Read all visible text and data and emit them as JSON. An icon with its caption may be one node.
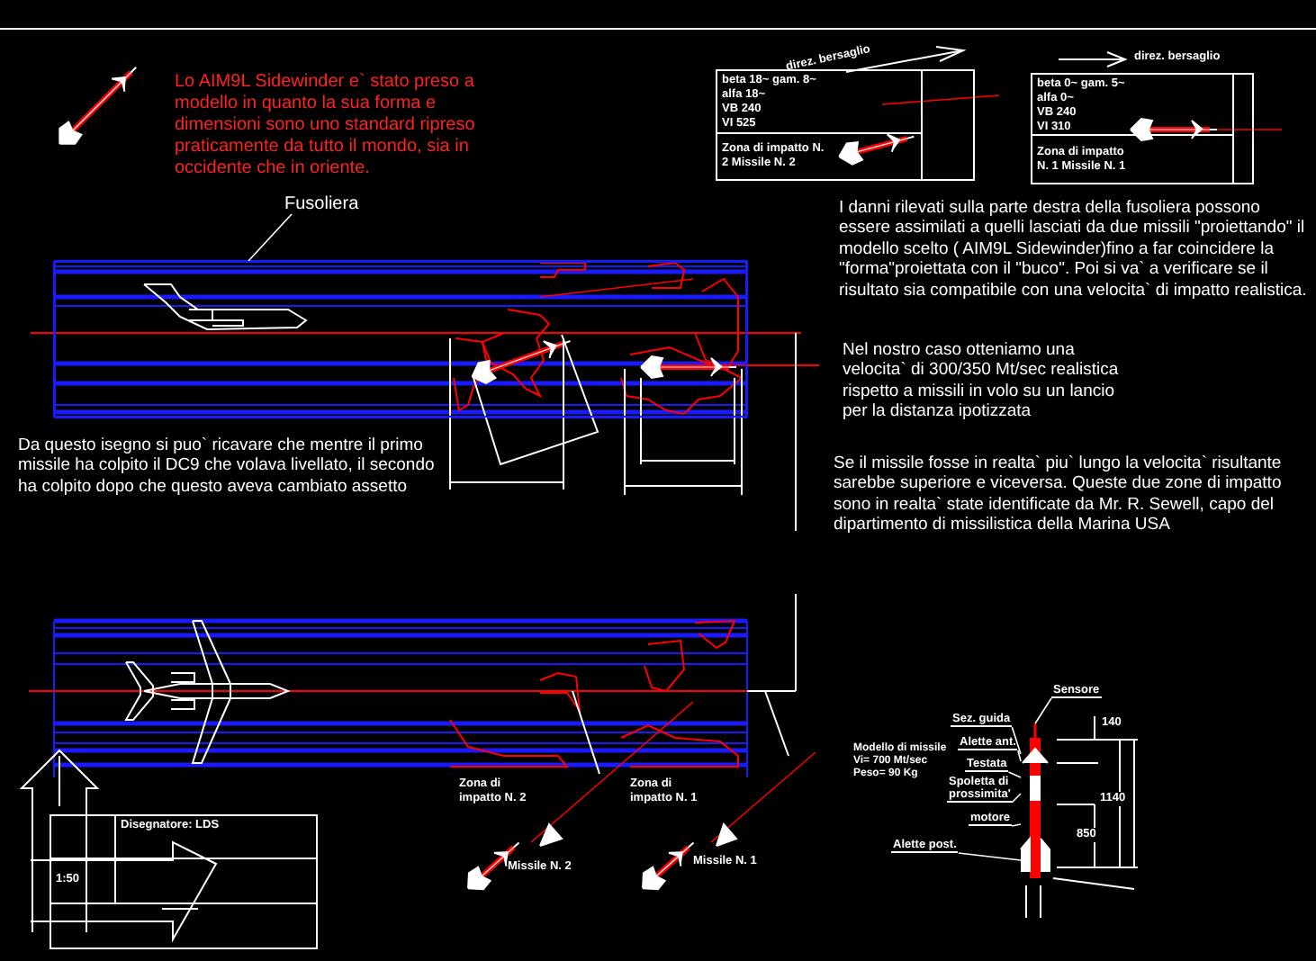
{
  "diagram": {
    "nodes": [
      {
        "text": [
          "Fusoliera"
        ]
      },
      {
        "text": [],
        "shape": "box"
      },
      {
        "text": [
          "beta 18~ gam. 8~",
          "alfa 18~",
          "VB 240",
          "VI 525",
          "Zona di impatto N. 2 Missile N. 2"
        ]
      },
      {
        "text": [
          "beta 0~ gam. 5~",
          "alfa 0~",
          "VB 240",
          "VI 310",
          "Zona di impatto N. 1 Missile N. 1"
        ]
      },
      {
        "text": [
          "Sensore"
        ]
      },
      {
        "text": [
          "Sez. guida"
        ]
      },
      {
        "text": [
          "Alette ant."
        ]
      },
      {
        "text": [
          "Testata"
        ]
      },
      {
        "text": [
          "Spoletta di prossimita'"
        ]
      },
      {
        "text": [
          "motore"
        ]
      },
      {
        "text": [
          "Alette post."
        ]
      },
      {
        "text": [],
        "shape": "picture"
      }
    ],
    "edges": [
      {
        "from": 0,
        "to": 1,
        "arrow": "none"
      },
      {
        "from": 4,
        "to": 11,
        "arrow": "none"
      },
      {
        "from": 5,
        "to": 11,
        "arrow": "none"
      },
      {
        "from": 6,
        "to": 11,
        "arrow": "none"
      },
      {
        "from": 7,
        "to": 11,
        "arrow": "none"
      },
      {
        "from": 8,
        "to": 11,
        "arrow": "none"
      },
      {
        "from": 9,
        "to": 11,
        "arrow": "none"
      },
      {
        "from": 10,
        "to": 11,
        "arrow": "none"
      }
    ],
    "labels": [
      "Lo AIM9L Sidewinder e` stato preso a modello in quanto la sua forma e dimensioni sono uno standard ripreso praticamente da tutto il mondo, sia in occidente che in oriente.",
      "direz. bersaglio",
      "direz. bersaglio",
      "I danni rilevati sulla parte destra della fusoliera possono essere assimilati a quelli lasciati da due missili \"proiettando\" il modello scelto ( AIM9L Sidewinder)fino a far coincidere la \"forma\"proiettata con il \"buco\". Poi si va` a verificare se il risultato sia compatibile con una velocita` di impatto realistica.",
      "Nel nostro caso otteniamo una velocita` di 300/350 Mt/sec realistica rispetto a missili in volo su un lancio per la distanza ipotizzata",
      "Se il missile fosse in realta` piu` lungo la velocita` risultante sarebbe superiore e viceversa. Queste due zone di impatto sono in realta` state identificate da Mr. R. Sewell, capo del dipartimento di missilistica della Marina USA",
      "Da questo isegno si puo` ricavare che mentre il primo missile ha colpito il DC9 che volava livellato, il secondo ha colpito dopo che questo aveva cambiato assetto",
      "Zona di impatto N. 2",
      "Zona di impatto N. 1",
      "Missile N. 2",
      "Missile N. 1",
      "Modello di missile Vi= 700 Mt/sec Peso= 90 Kg",
      "140",
      "1140",
      "850",
      "Disegnatore: LDS",
      "1:50"
    ]
  }
}
